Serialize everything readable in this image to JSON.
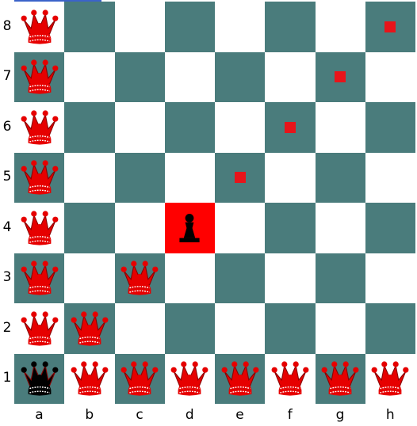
{
  "board": {
    "files": [
      "a",
      "b",
      "c",
      "d",
      "e",
      "f",
      "g",
      "h"
    ],
    "ranks": [
      "8",
      "7",
      "6",
      "5",
      "4",
      "3",
      "2",
      "1"
    ],
    "colors": {
      "light": "#ffffff",
      "dark": "#4a7c7c",
      "highlight": "#ff0000",
      "marker": "#e8141a",
      "red_piece": "#e60000",
      "black_piece": "#000000"
    },
    "highlighted_square": "d4",
    "marked_squares": [
      "e5",
      "f6",
      "g7",
      "h8"
    ],
    "pieces": [
      {
        "square": "a8",
        "type": "queen",
        "color": "red"
      },
      {
        "square": "a7",
        "type": "queen",
        "color": "red"
      },
      {
        "square": "a6",
        "type": "queen",
        "color": "red"
      },
      {
        "square": "a5",
        "type": "queen",
        "color": "red"
      },
      {
        "square": "a4",
        "type": "queen",
        "color": "red"
      },
      {
        "square": "a3",
        "type": "queen",
        "color": "red"
      },
      {
        "square": "c3",
        "type": "queen",
        "color": "red"
      },
      {
        "square": "a2",
        "type": "queen",
        "color": "red"
      },
      {
        "square": "b2",
        "type": "queen",
        "color": "red"
      },
      {
        "square": "a1",
        "type": "queen",
        "color": "black"
      },
      {
        "square": "b1",
        "type": "queen",
        "color": "red"
      },
      {
        "square": "c1",
        "type": "queen",
        "color": "red"
      },
      {
        "square": "d1",
        "type": "queen",
        "color": "red"
      },
      {
        "square": "e1",
        "type": "queen",
        "color": "red"
      },
      {
        "square": "f1",
        "type": "queen",
        "color": "red"
      },
      {
        "square": "g1",
        "type": "queen",
        "color": "red"
      },
      {
        "square": "h1",
        "type": "queen",
        "color": "red"
      },
      {
        "square": "d4",
        "type": "pawn",
        "color": "black"
      }
    ]
  }
}
